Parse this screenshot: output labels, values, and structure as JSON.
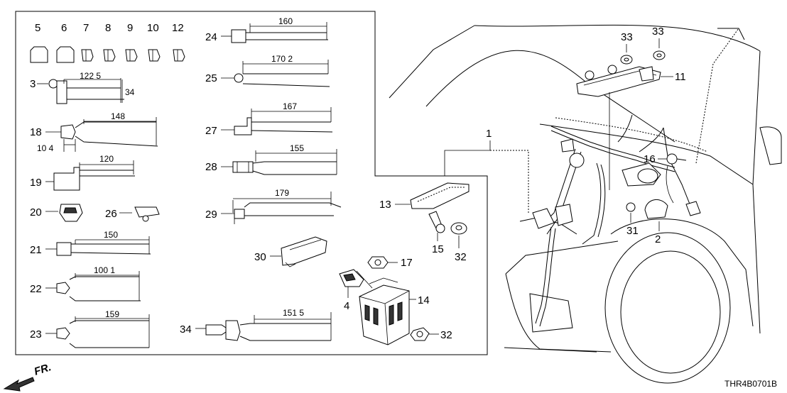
{
  "callouts": {
    "c1": "1",
    "c2": "2",
    "c3": "3",
    "c4": "4",
    "c5": "5",
    "c6": "6",
    "c7": "7",
    "c8": "8",
    "c9": "9",
    "c10": "10",
    "c11": "11",
    "c12": "12",
    "c13": "13",
    "c14": "14",
    "c15": "15",
    "c16": "16",
    "c17": "17",
    "c18": "18",
    "c19": "19",
    "c20": "20",
    "c21": "21",
    "c22": "22",
    "c23": "23",
    "c24": "24",
    "c25": "25",
    "c26": "26",
    "c27": "27",
    "c28": "28",
    "c29": "29",
    "c30": "30",
    "c31": "31",
    "c32a": "32",
    "c32b": "32",
    "c33a": "33",
    "c33b": "33",
    "c34": "34"
  },
  "dimensions": {
    "d3_len": "122 5",
    "d3_h": "34",
    "d18_len": "148",
    "d18_off": "10 4",
    "d19": "120",
    "d21": "150",
    "d22": "100 1",
    "d23": "159",
    "d24": "160",
    "d25": "170 2",
    "d27": "167",
    "d28": "155",
    "d29": "179",
    "d34": "151 5"
  },
  "direction_label": "FR.",
  "diagram_code": "THR4B0701B"
}
